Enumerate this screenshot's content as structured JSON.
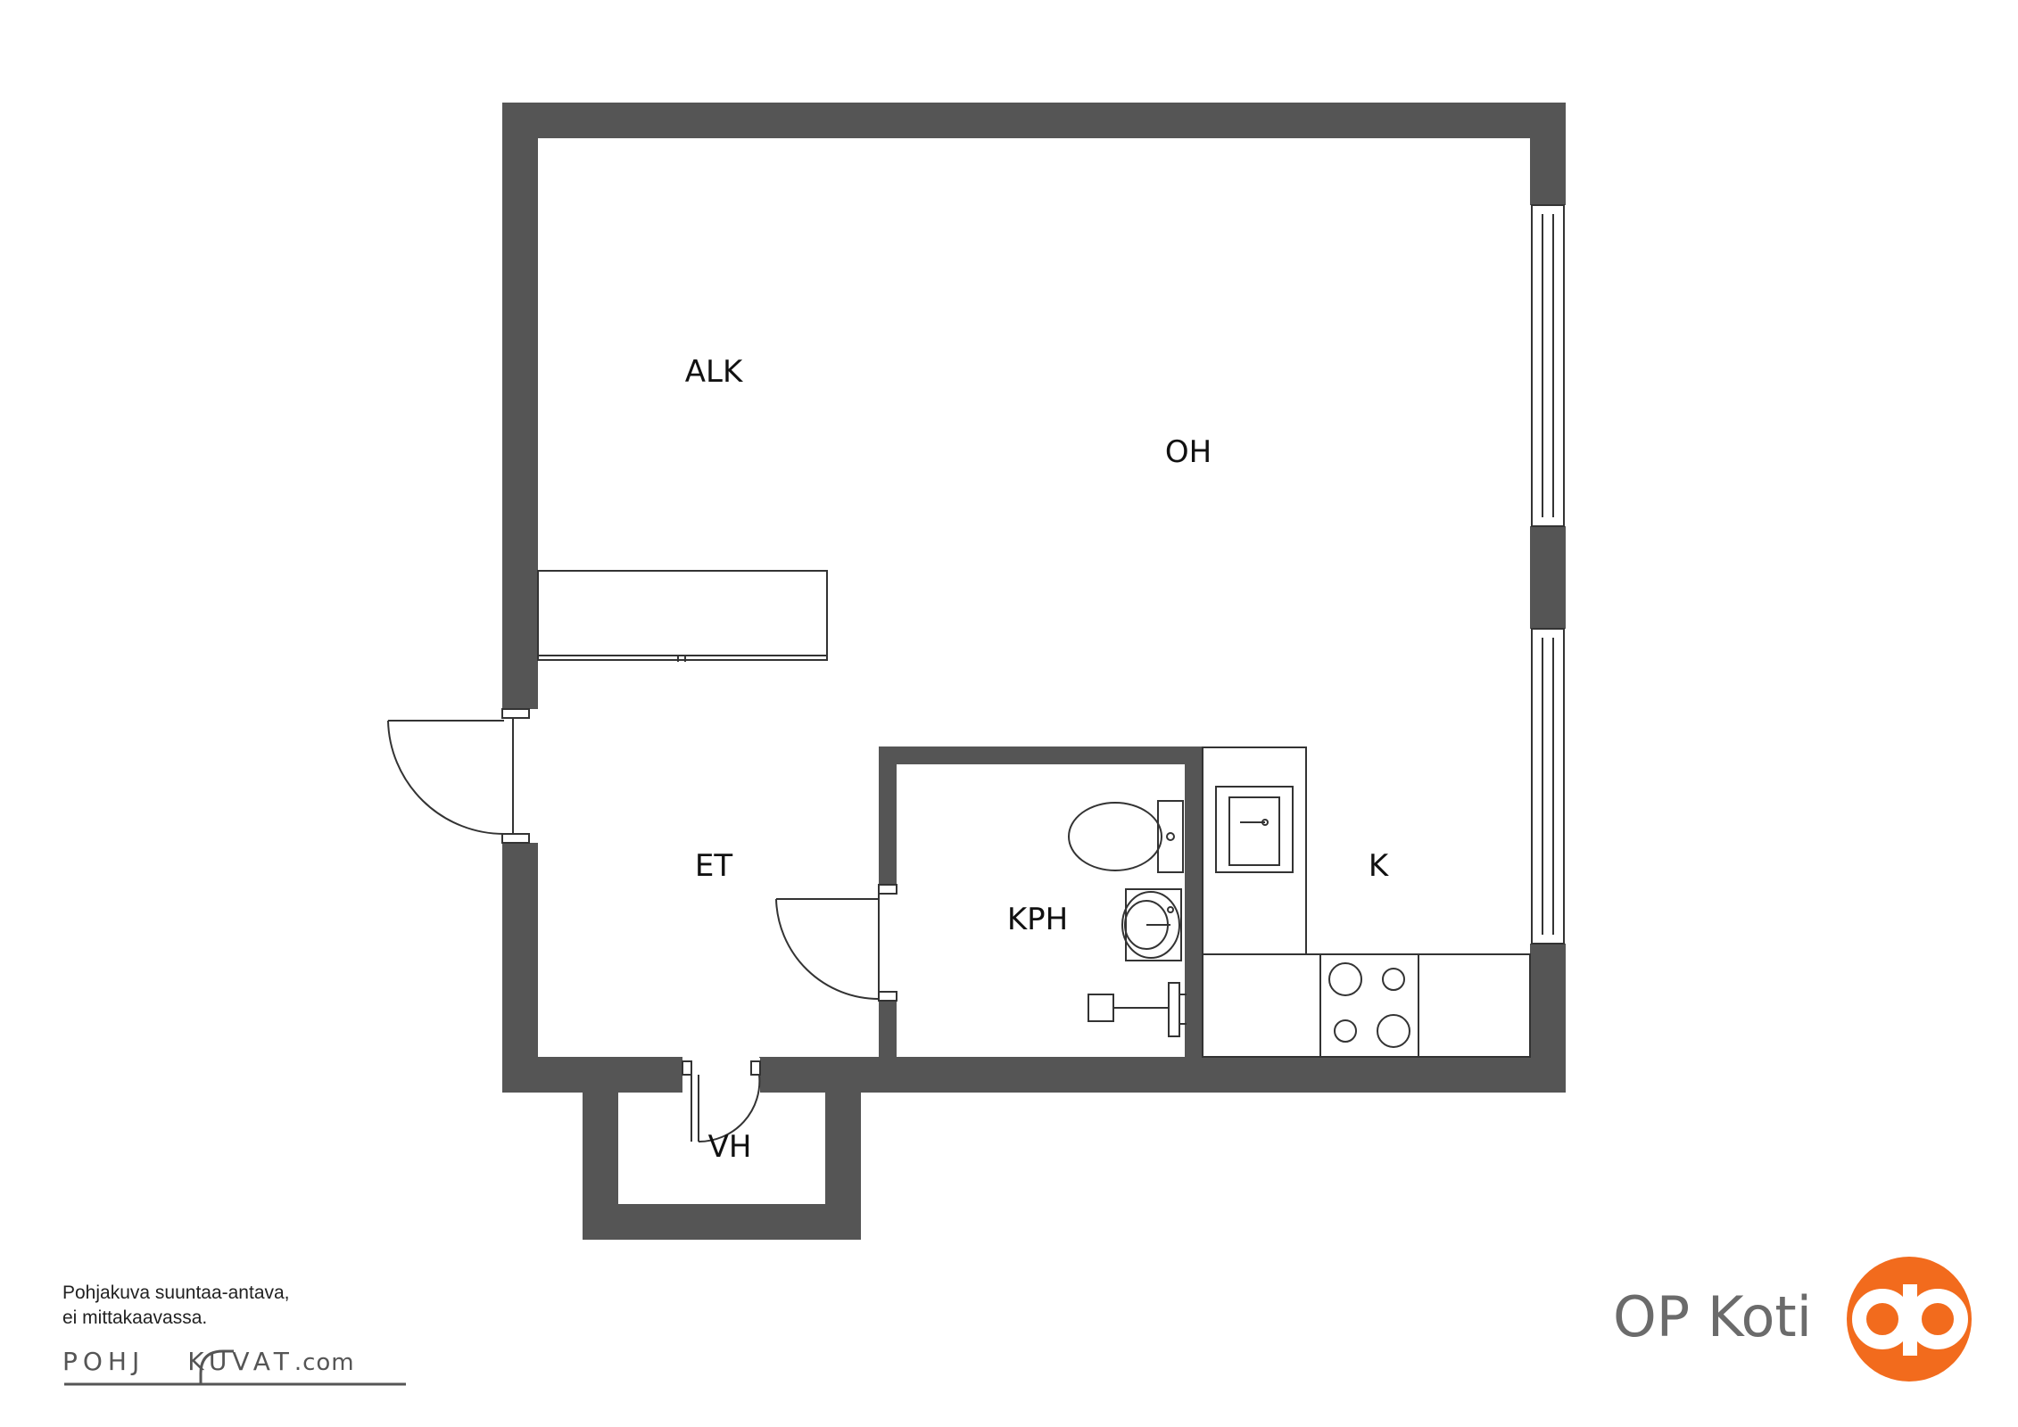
{
  "rooms": {
    "alk": "ALK",
    "oh": "OH",
    "et": "ET",
    "kph": "KPH",
    "k": "K",
    "vh": "VH"
  },
  "footer": {
    "disclaimer_line1": "Pohjakuva suuntaa-antava,",
    "disclaimer_line2": "ei mittakaavassa.",
    "brand_left": "POHJ",
    "brand_right": "KUVAT",
    "brand_suffix": ".com"
  },
  "logo": {
    "text": "OP Koti",
    "accent_color": "#f26b1d",
    "icon": "op-logo-icon"
  },
  "colors": {
    "wall": "#555555",
    "line": "#333333"
  }
}
